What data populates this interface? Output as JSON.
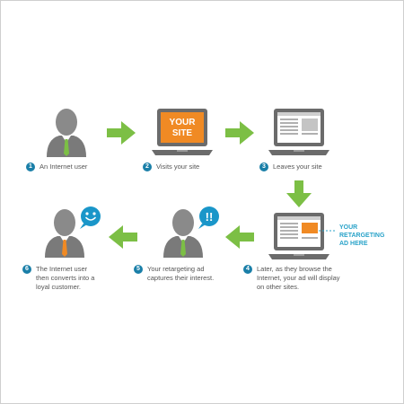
{
  "colors": {
    "person_body": "#7a7a7a",
    "person_head": "#8a8a8a",
    "tie": "#7cbf45",
    "tie_orange": "#f08a24",
    "arrow": "#7cbf45",
    "badge": "#1a7fa8",
    "screen_orange": "#f08a24",
    "bubble": "#1a96c9",
    "ad_text": "#2aa3c9"
  },
  "steps": [
    {
      "number": "1",
      "caption": "An Internet user",
      "icon": "person-icon"
    },
    {
      "number": "2",
      "caption": "Visits your site",
      "icon": "laptop-your-site-icon",
      "screen_text_line1": "YOUR",
      "screen_text_line2": "SITE"
    },
    {
      "number": "3",
      "caption": "Leaves your site",
      "icon": "laptop-browser-icon"
    },
    {
      "number": "4",
      "caption": "Later, as they browse the\nInternet, your ad will display\non other sites.",
      "icon": "laptop-ad-icon",
      "ad_label": "YOUR\nRETARGETING\nAD HERE"
    },
    {
      "number": "5",
      "caption": "Your retargeting ad\ncaptures their interest.",
      "icon": "person-exclaim-icon",
      "bubble_text": "!!"
    },
    {
      "number": "6",
      "caption": "The Internet user\nthen converts into a\nloyal customer.",
      "icon": "person-smile-icon"
    }
  ]
}
